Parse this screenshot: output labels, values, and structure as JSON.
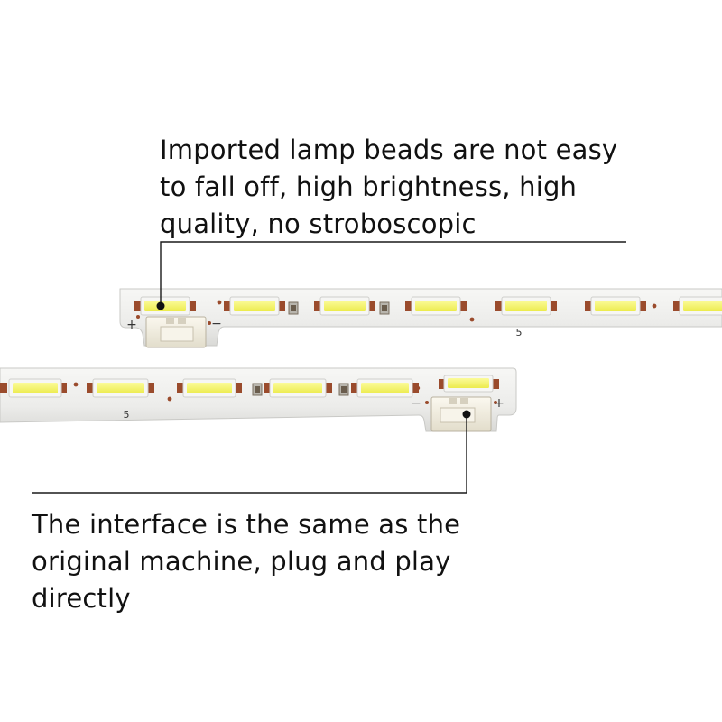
{
  "captions": {
    "top": {
      "line1": "Imported lamp beads are not easy",
      "line2": "to fall off, high brightness, high",
      "line3": "quality, no stroboscopic"
    },
    "bottom": {
      "line1": "The interface is the same as the",
      "line2": "original machine, plug and play",
      "line3": "directly"
    }
  },
  "strip_top": {
    "plus": "+",
    "minus": "−",
    "number": "5"
  },
  "strip_bottom": {
    "plus": "+",
    "minus": "−",
    "number": "5"
  },
  "colors": {
    "board": "#eeeeec",
    "board_edge": "#c9c9c6",
    "led_lens": "#f4f36a",
    "led_frame": "#f6f6f4",
    "copper_pad": "#9a4b2c",
    "connector": "#f1eee3",
    "callout_line": "#1a1a1a"
  }
}
